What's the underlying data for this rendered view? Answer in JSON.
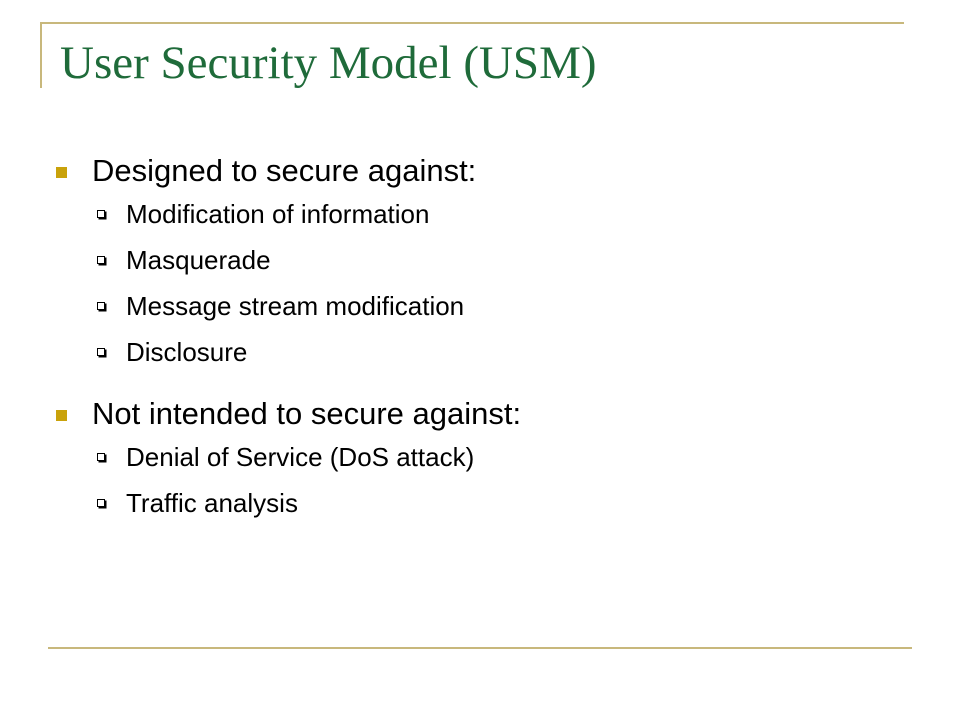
{
  "slide": {
    "title": "User Security Model (USM)",
    "sections": [
      {
        "heading": "Designed to secure against:",
        "items": [
          "Modification of information",
          "Masquerade",
          "Message stream modification",
          "Disclosure"
        ]
      },
      {
        "heading": "Not intended to secure against:",
        "items": [
          "Denial of Service (DoS attack)",
          "Traffic analysis"
        ]
      }
    ]
  },
  "colors": {
    "title": "#1f6b3a",
    "accent_rule": "#c8b87c",
    "bullet": "#c9a20b",
    "text": "#000000"
  }
}
